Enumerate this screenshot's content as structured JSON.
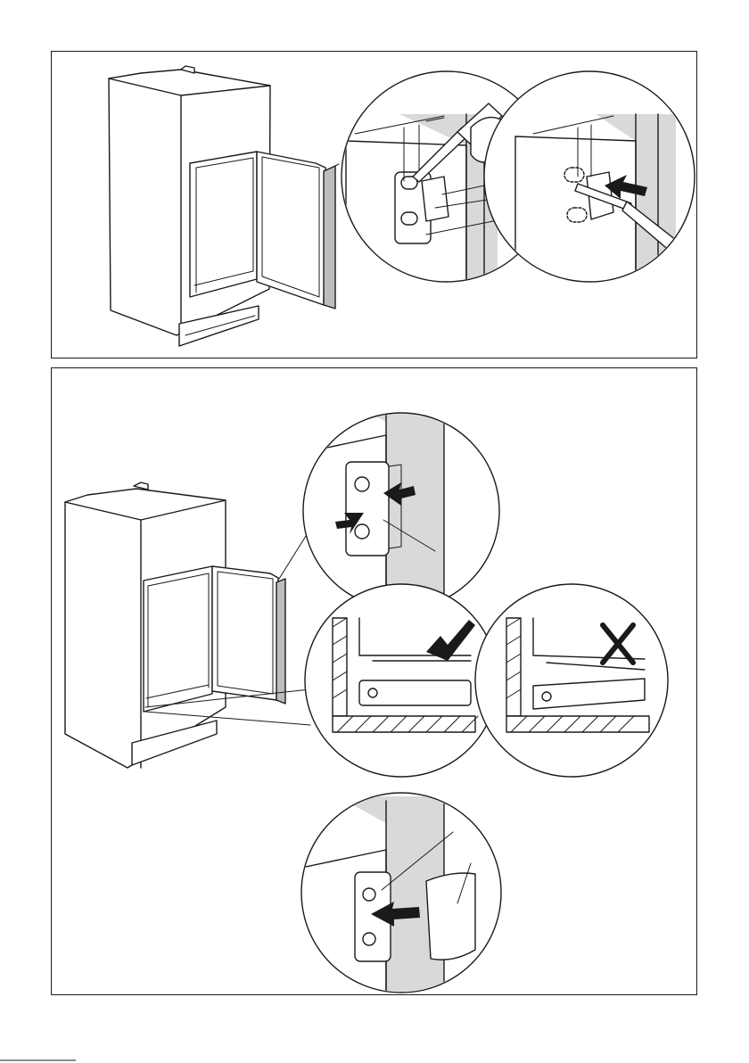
{
  "figure": {
    "description_labels": [],
    "panels": [
      {
        "id": "panel-top",
        "steps": [
          "cabinet-with-door-open",
          "hinge-screw-loosen-detail",
          "hinge-cover-removal-detail"
        ]
      },
      {
        "id": "panel-bottom",
        "steps": [
          "hinge-adjust-detail",
          "door-alignment-correct",
          "door-alignment-incorrect",
          "hinge-cover-refit-detail"
        ]
      }
    ],
    "marks": {
      "correct": "check-mark",
      "incorrect": "cross-mark"
    },
    "colors": {
      "line": "#1a1a1a",
      "wall": "#d9d9d9",
      "background": "#ffffff"
    }
  }
}
